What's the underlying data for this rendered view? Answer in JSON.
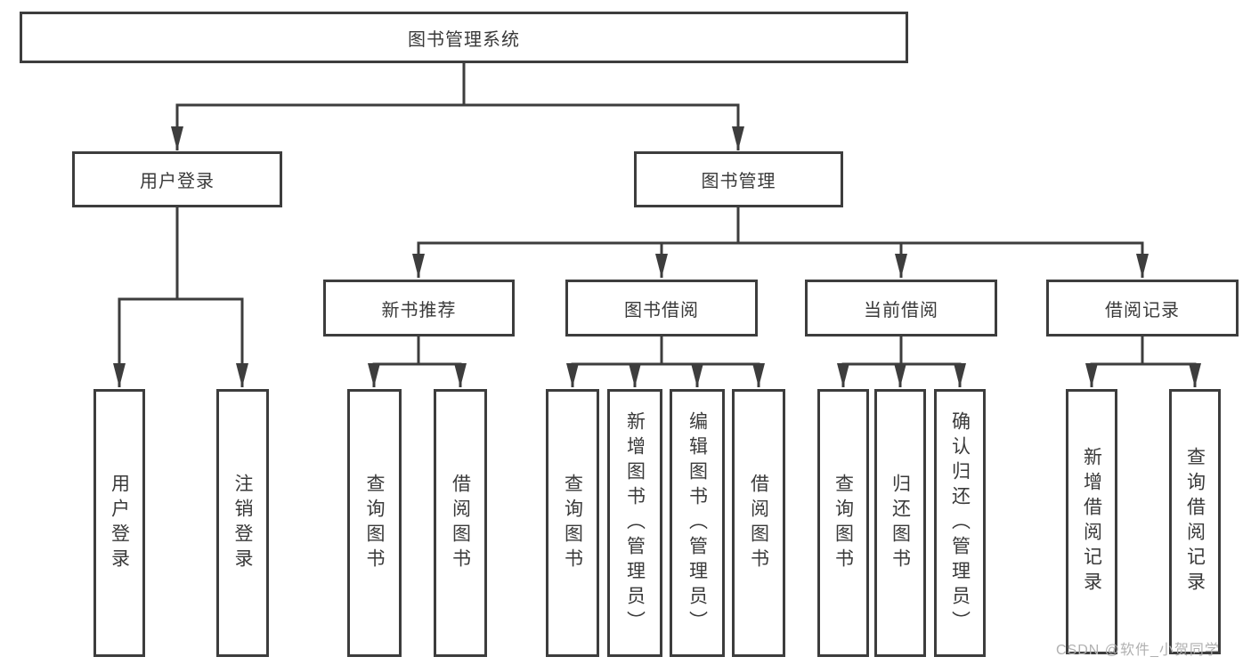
{
  "diagram": {
    "root": {
      "label": "图书管理系统"
    },
    "branches": [
      {
        "label": "用户登录",
        "children": [
          {
            "label": "用户登录"
          },
          {
            "label": "注销登录"
          }
        ]
      },
      {
        "label": "图书管理",
        "children": [
          {
            "label": "新书推荐",
            "children": [
              {
                "label": "查询图书"
              },
              {
                "label": "借阅图书"
              }
            ]
          },
          {
            "label": "图书借阅",
            "children": [
              {
                "label": "查询图书"
              },
              {
                "label": "新增图书（管理员）"
              },
              {
                "label": "编辑图书（管理员）"
              },
              {
                "label": "借阅图书"
              }
            ]
          },
          {
            "label": "当前借阅",
            "children": [
              {
                "label": "查询图书"
              },
              {
                "label": "归还图书"
              },
              {
                "label": "确认归还（管理员）"
              }
            ]
          },
          {
            "label": "借阅记录",
            "children": [
              {
                "label": "新增借阅记录"
              },
              {
                "label": "查询借阅记录"
              }
            ]
          }
        ]
      }
    ]
  },
  "watermark": "CSDN @软件_小贺同学",
  "colors": {
    "line": "#3d3d3d",
    "text": "#3a3a3a",
    "watermark": "#b0b0b0",
    "background": "#ffffff"
  }
}
